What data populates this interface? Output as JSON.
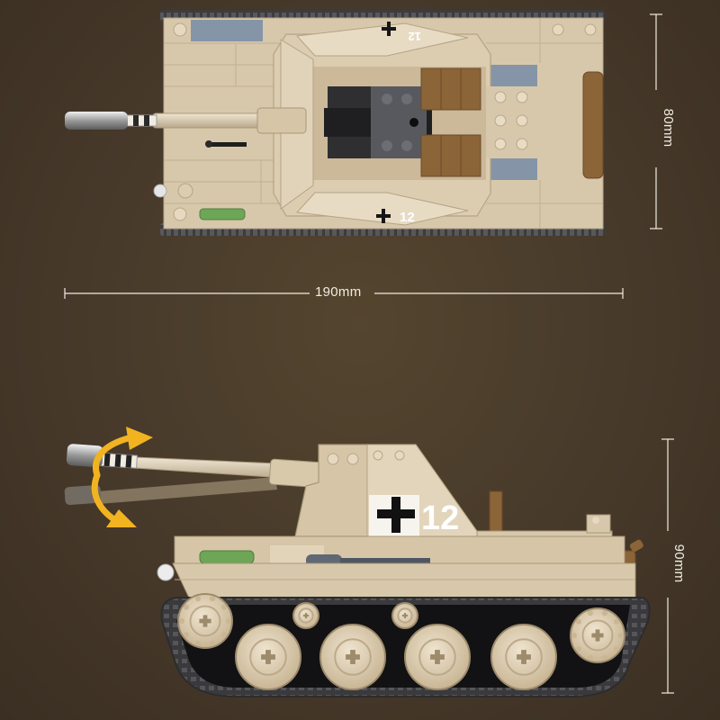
{
  "dimensions": {
    "width_label": "190mm",
    "top_height_label": "80mm",
    "side_height_label": "90mm"
  },
  "markings": {
    "top_number": "12",
    "top_number_rev": "12",
    "side_number": "12"
  },
  "colors": {
    "background": "#4a3c2c",
    "tan": "#d9c9ad",
    "tan_dark": "#bfae90",
    "track": "#3e3e40",
    "grey_blue": "#8393a5",
    "brown": "#8b6437",
    "arrow": "#f2b320",
    "line": "#f1ece2"
  }
}
